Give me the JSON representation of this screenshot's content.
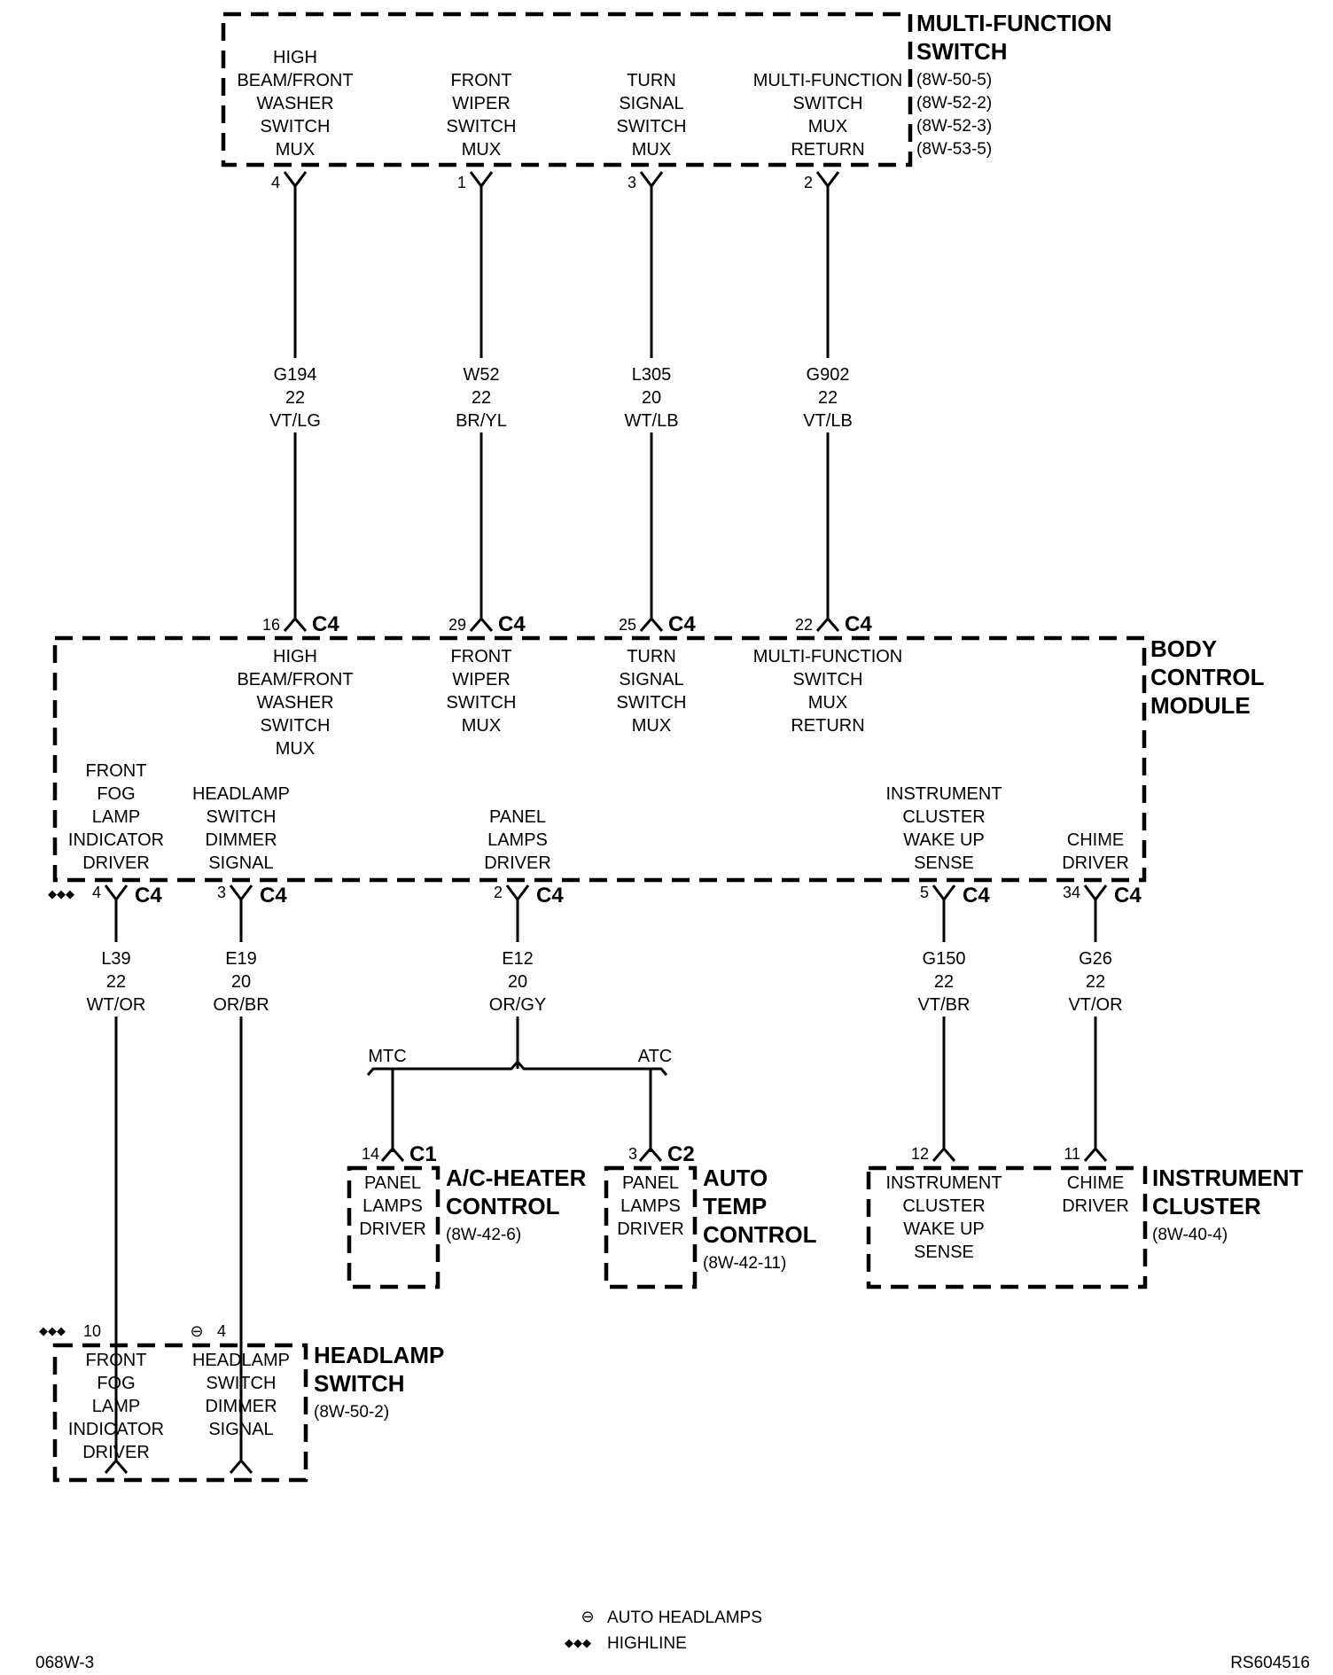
{
  "components": {
    "mfs": {
      "name": [
        "MULTI-FUNCTION",
        "SWITCH"
      ],
      "refs": [
        "(8W-50-5)",
        "(8W-52-2)",
        "(8W-52-3)",
        "(8W-53-5)"
      ]
    },
    "bcm": {
      "name": [
        "BODY",
        "CONTROL",
        "MODULE"
      ]
    },
    "ach": {
      "name": [
        "A/C-HEATER",
        "CONTROL"
      ],
      "refs": [
        "(8W-42-6)"
      ]
    },
    "atc": {
      "name": [
        "AUTO",
        "TEMP",
        "CONTROL"
      ],
      "refs": [
        "(8W-42-11)"
      ]
    },
    "ic": {
      "name": [
        "INSTRUMENT",
        "CLUSTER"
      ],
      "refs": [
        "(8W-40-4)"
      ]
    },
    "hs": {
      "name": [
        "HEADLAMP",
        "SWITCH"
      ],
      "refs": [
        "(8W-50-2)"
      ]
    }
  },
  "mfs_circuits": [
    {
      "label": [
        "HIGH",
        "BEAM/FRONT",
        "WASHER",
        "SWITCH",
        "MUX"
      ],
      "mfs_pin": "4",
      "wire": [
        "G194",
        "22",
        "VT/LG"
      ],
      "bcm_pin": "16",
      "bcm_conn": "C4"
    },
    {
      "label": [
        "FRONT",
        "WIPER",
        "SWITCH",
        "MUX"
      ],
      "mfs_pin": "1",
      "wire": [
        "W52",
        "22",
        "BR/YL"
      ],
      "bcm_pin": "29",
      "bcm_conn": "C4"
    },
    {
      "label": [
        "TURN",
        "SIGNAL",
        "SWITCH",
        "MUX"
      ],
      "mfs_pin": "3",
      "wire": [
        "L305",
        "20",
        "WT/LB"
      ],
      "bcm_pin": "25",
      "bcm_conn": "C4"
    },
    {
      "label": [
        "MULTI-FUNCTION",
        "SWITCH",
        "MUX",
        "RETURN"
      ],
      "mfs_pin": "2",
      "wire": [
        "G902",
        "22",
        "VT/LB"
      ],
      "bcm_pin": "22",
      "bcm_conn": "C4"
    }
  ],
  "bcm_outputs": [
    {
      "label": [
        "FRONT",
        "FOG",
        "LAMP",
        "INDICATOR",
        "DRIVER"
      ],
      "pin": "4",
      "conn": "C4",
      "wire": [
        "L39",
        "22",
        "WT/OR"
      ],
      "marker": "◆◆◆"
    },
    {
      "label": [
        "HEADLAMP",
        "SWITCH",
        "DIMMER",
        "SIGNAL"
      ],
      "pin": "3",
      "conn": "C4",
      "wire": [
        "E19",
        "20",
        "OR/BR"
      ]
    },
    {
      "label": [
        "PANEL",
        "LAMPS",
        "DRIVER"
      ],
      "pin": "2",
      "conn": "C4",
      "wire": [
        "E12",
        "20",
        "OR/GY"
      ]
    },
    {
      "label": [
        "INSTRUMENT",
        "CLUSTER",
        "WAKE UP",
        "SENSE"
      ],
      "pin": "5",
      "conn": "C4",
      "wire": [
        "G150",
        "22",
        "VT/BR"
      ]
    },
    {
      "label": [
        "CHIME",
        "DRIVER"
      ],
      "pin": "34",
      "conn": "C4",
      "wire": [
        "G26",
        "22",
        "VT/OR"
      ]
    }
  ],
  "splice": {
    "left": "MTC",
    "right": "ATC"
  },
  "ach_pin": {
    "pin": "14",
    "conn": "C1",
    "label": [
      "PANEL",
      "LAMPS",
      "DRIVER"
    ]
  },
  "atc_pin": {
    "pin": "3",
    "conn": "C2",
    "label": [
      "PANEL",
      "LAMPS",
      "DRIVER"
    ]
  },
  "ic_pins": [
    {
      "pin": "12",
      "label": [
        "INSTRUMENT",
        "CLUSTER",
        "WAKE UP",
        "SENSE"
      ]
    },
    {
      "pin": "11",
      "label": [
        "CHIME",
        "DRIVER"
      ]
    }
  ],
  "hs_pins": [
    {
      "pin": "10",
      "marker": "◆◆◆",
      "label": [
        "FRONT",
        "FOG",
        "LAMP",
        "INDICATOR",
        "DRIVER"
      ]
    },
    {
      "pin": "4",
      "marker": "⊖",
      "label": [
        "HEADLAMP",
        "SWITCH",
        "DIMMER",
        "SIGNAL"
      ]
    }
  ],
  "legend": [
    {
      "symbol": "⊖",
      "text": "AUTO HEADLAMPS"
    },
    {
      "symbol": "◆◆◆",
      "text": "HIGHLINE"
    }
  ],
  "footer": {
    "left": "068W-3",
    "right": "RS604516"
  }
}
